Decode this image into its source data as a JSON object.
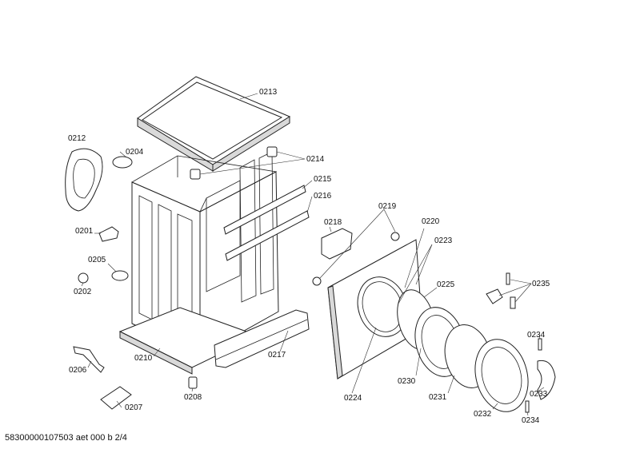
{
  "callouts": [
    {
      "id": "0213",
      "text": "0213"
    },
    {
      "id": "0212",
      "text": "0212"
    },
    {
      "id": "0204",
      "text": "0204"
    },
    {
      "id": "0214",
      "text": "0214"
    },
    {
      "id": "0215",
      "text": "0215"
    },
    {
      "id": "0216",
      "text": "0216"
    },
    {
      "id": "0201",
      "text": "0201"
    },
    {
      "id": "0205",
      "text": "0205"
    },
    {
      "id": "0202",
      "text": "0202"
    },
    {
      "id": "0219",
      "text": "0219"
    },
    {
      "id": "0218",
      "text": "0218"
    },
    {
      "id": "0220",
      "text": "0220"
    },
    {
      "id": "0223",
      "text": "0223"
    },
    {
      "id": "0225",
      "text": "0225"
    },
    {
      "id": "0235",
      "text": "0235"
    },
    {
      "id": "0210",
      "text": "0210"
    },
    {
      "id": "0217",
      "text": "0217"
    },
    {
      "id": "0206",
      "text": "0206"
    },
    {
      "id": "0208",
      "text": "0208"
    },
    {
      "id": "0207",
      "text": "0207"
    },
    {
      "id": "0224",
      "text": "0224"
    },
    {
      "id": "0230",
      "text": "0230"
    },
    {
      "id": "0231",
      "text": "0231"
    },
    {
      "id": "0232",
      "text": "0232"
    },
    {
      "id": "0234a",
      "text": "0234"
    },
    {
      "id": "0233",
      "text": "0233"
    },
    {
      "id": "0234b",
      "text": "0234"
    }
  ],
  "footer": {
    "text": "58300000107503 aet 000 b 2/4"
  }
}
